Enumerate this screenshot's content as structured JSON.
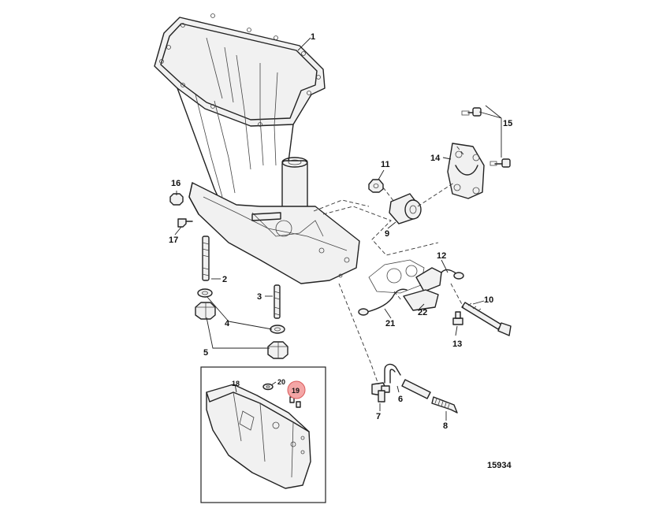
{
  "figure_number": "15934",
  "highlight_color": "#f4a6a6",
  "callouts": {
    "c1": "1",
    "c2": "2",
    "c3": "3",
    "c4": "4",
    "c5": "5",
    "c6": "6",
    "c7": "7",
    "c8": "8",
    "c9": "9",
    "c10": "10",
    "c11": "11",
    "c12": "12",
    "c13": "13",
    "c14": "14",
    "c15": "15",
    "c16": "16",
    "c17": "17",
    "c18": "18",
    "c19": "19",
    "c20": "20",
    "c21": "21",
    "c22": "22"
  },
  "highlighted_callout": "19"
}
